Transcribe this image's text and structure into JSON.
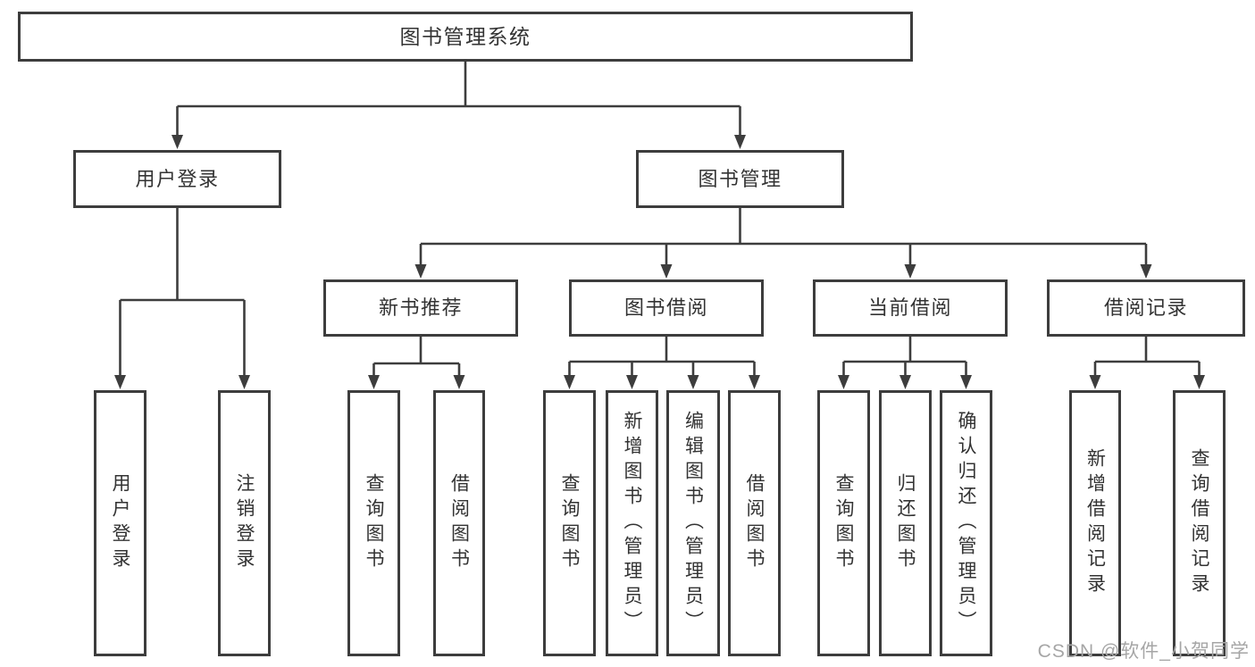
{
  "diagram": {
    "tree": {
      "label": "图书管理系统",
      "children": [
        {
          "label": "用户登录",
          "children": [
            {
              "label": "用户登录"
            },
            {
              "label": "注销登录"
            }
          ]
        },
        {
          "label": "图书管理",
          "children": [
            {
              "label": "新书推荐",
              "children": [
                {
                  "label": "查询图书"
                },
                {
                  "label": "借阅图书"
                }
              ]
            },
            {
              "label": "图书借阅",
              "children": [
                {
                  "label": "查询图书"
                },
                {
                  "label": "新增图书（管理员）"
                },
                {
                  "label": "编辑图书（管理员）"
                },
                {
                  "label": "借阅图书"
                }
              ]
            },
            {
              "label": "当前借阅",
              "children": [
                {
                  "label": "查询图书"
                },
                {
                  "label": "归还图书"
                },
                {
                  "label": "确认归还（管理员）"
                }
              ]
            },
            {
              "label": "借阅记录",
              "children": [
                {
                  "label": "新增借阅记录"
                },
                {
                  "label": "查询借阅记录"
                }
              ]
            }
          ]
        }
      ]
    },
    "watermark": "CSDN @软件_小贺同学",
    "colors": {
      "line": "#3d3d3d",
      "text": "#333333",
      "box_background": "#ffffff",
      "page_background": "#ffffff",
      "watermark": "#a6a6a6"
    }
  }
}
